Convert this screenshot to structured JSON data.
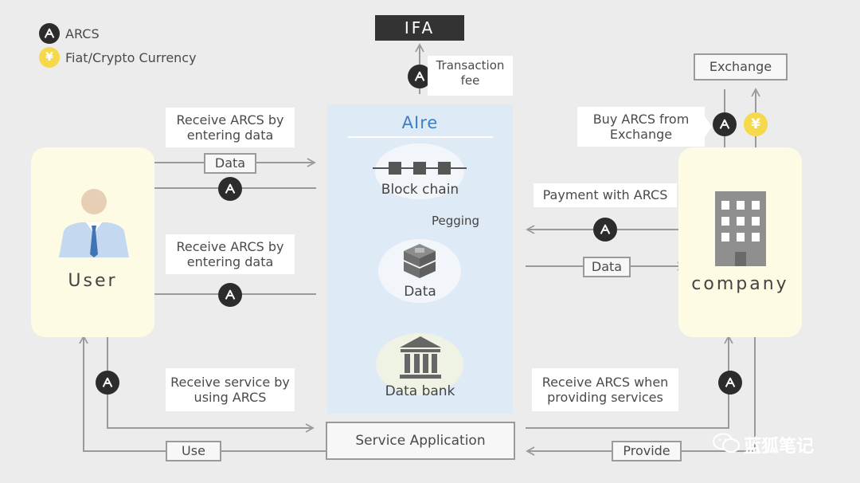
{
  "legend": {
    "arcs_label": "ARCS",
    "fiat_label": "Fiat/Crypto Currency",
    "yen_symbol": "¥"
  },
  "ifa": {
    "label": "IFA"
  },
  "transaction_fee": {
    "label": "Transaction fee"
  },
  "exchange": {
    "label": "Exchange"
  },
  "buy_arcs": {
    "label": "Buy ARCS from Exchange"
  },
  "alre": {
    "title": "AIre",
    "blockchain": "Block chain",
    "pegging": "Pegging",
    "data": "Data",
    "databank": "Data bank"
  },
  "user": {
    "label": "User"
  },
  "company": {
    "label": "company"
  },
  "left_notes": {
    "receive_top": "Receive ARCS by entering data",
    "data_tag": "Data",
    "receive_mid": "Receive ARCS by entering data",
    "receive_service": "Receive  service by using ARCS",
    "use_tag": "Use"
  },
  "right_notes": {
    "payment": "Payment with ARCS",
    "data_tag": "Data",
    "receive_providing": "Receive ARCS when providing services",
    "provide_tag": "Provide"
  },
  "service_app": {
    "label": "Service Application"
  },
  "watermark": {
    "label": "蓝狐笔记"
  },
  "colors": {
    "background": "#ececec",
    "panel": "#fdfbe3",
    "alre_panel": "#dfeaf7",
    "coin": "#2c2c2c",
    "yen_coin": "#f5d94a"
  }
}
